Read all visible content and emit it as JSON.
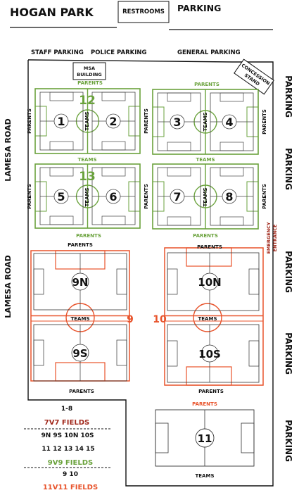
{
  "header": {
    "park_name": "HOGAN PARK",
    "restrooms": "RESTROOMS",
    "top_parking": "PARKING"
  },
  "parking": {
    "staff": "STAFF PARKING",
    "police": "POLICE PARKING",
    "general": "GENERAL PARKING",
    "right": "PARKING"
  },
  "buildings": {
    "msa_line1": "MSA",
    "msa_line2": "BUILDING",
    "concession_line1": "CONCESSION",
    "concession_line2": "STAND"
  },
  "roads": {
    "west": "LAMESA ROAD"
  },
  "emergency": {
    "line1": "EMERGENCY",
    "line2": "ENTRANCE"
  },
  "labels": {
    "parents": "PARENTS",
    "teams": "TEAMS"
  },
  "fields": {
    "green_big_12": "12",
    "green_big_13": "13",
    "f1": "1",
    "f2": "2",
    "f3": "3",
    "f4": "4",
    "f5": "5",
    "f6": "6",
    "f7": "7",
    "f8": "8",
    "f9n": "9N",
    "f9s": "9S",
    "f10n": "10N",
    "f10s": "10S",
    "big_9": "9",
    "big_10": "10",
    "f11": "11"
  },
  "legend": {
    "range_7v7": "1-8",
    "title_7v7": "7V7 FIELDS",
    "list_9v9_line1": "9N  9S  10N  10S",
    "list_9v9_line2": "11  12  13  14  15",
    "title_9v9": "9V9 FIELDS",
    "list_11v11": "9     10",
    "title_11v11": "11V11 FIELDS"
  },
  "colors": {
    "green": "#6aa23c",
    "orange": "#e8532b",
    "dark_red": "#a1281b",
    "ink": "#111111"
  }
}
